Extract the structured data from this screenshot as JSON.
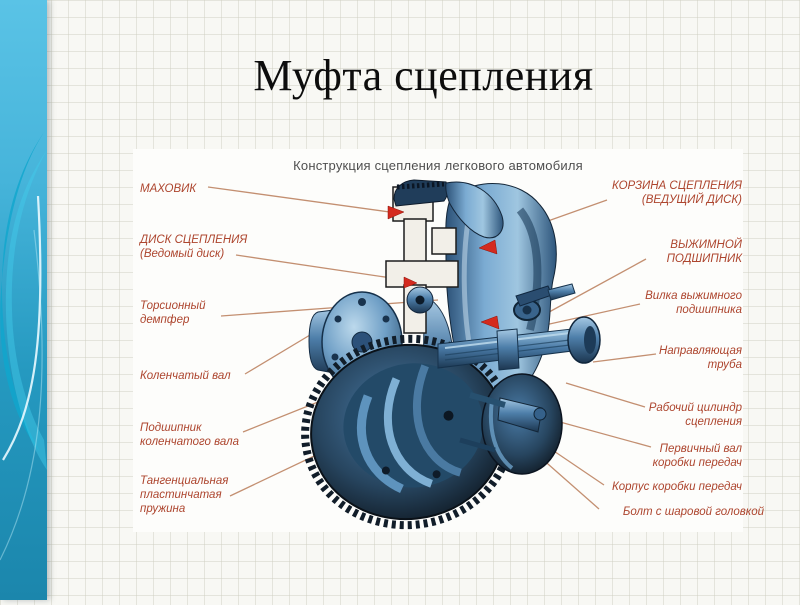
{
  "slide": {
    "title": "Муфта сцепления"
  },
  "decor": {
    "sidebar_color_top": "#5ac3e6",
    "sidebar_color_bottom": "#1b86ac",
    "paper_color": "#f8f8f4",
    "grid_color": "#d9d9cc"
  },
  "diagram": {
    "title": "Конструкция сцепления легкового автомобиля",
    "label_color": "#ad452e",
    "leader_line_color": "#c08a6a",
    "arrow_color": "#d42a1e",
    "labels_left": [
      {
        "lines": [
          "МАХОВИК"
        ]
      },
      {
        "lines": [
          "ДИСК СЦЕПЛЕНИЯ",
          "(Ведомый диск)"
        ]
      },
      {
        "lines": [
          "Торсионный",
          "демпфер"
        ]
      },
      {
        "lines": [
          "Коленчатый вал"
        ]
      },
      {
        "lines": [
          "Подшипник",
          "коленчатого вала"
        ]
      },
      {
        "lines": [
          "Тангенциальная",
          "пластинчатая",
          "пружина"
        ]
      }
    ],
    "labels_right": [
      {
        "lines": [
          "КОРЗИНА СЦЕПЛЕНИЯ",
          "(ВЕДУЩИЙ ДИСК)"
        ]
      },
      {
        "lines": [
          "ВЫЖИМНОЙ",
          "ПОДШИПНИК"
        ]
      },
      {
        "lines": [
          "Вилка выжимного",
          "подшипника"
        ]
      },
      {
        "lines": [
          "Направляющая",
          "труба"
        ]
      },
      {
        "lines": [
          "Рабочий цилиндр",
          "сцепления"
        ]
      },
      {
        "lines": [
          "Первичный вал",
          "коробки передач"
        ]
      },
      {
        "lines": [
          "Корпус коробки передач"
        ]
      },
      {
        "lines": [
          "Болт с шаровой головкой"
        ]
      }
    ]
  }
}
